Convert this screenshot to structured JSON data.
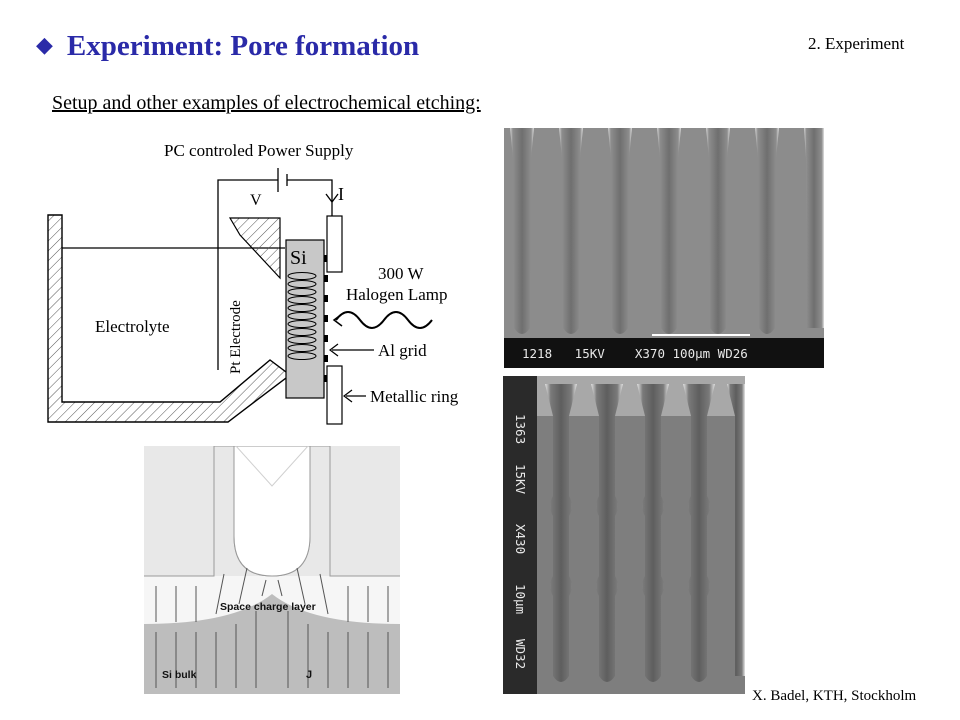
{
  "slide": {
    "title": "Experiment: Pore formation",
    "section": "2. Experiment",
    "subtitle": "Setup and other examples of electrochemical etching:",
    "credit": "X. Badel, KTH, Stockholm"
  },
  "setup_diagram": {
    "power_supply": "PC controled Power Supply",
    "voltage": "V",
    "current": "I",
    "silicon": "Si",
    "lamp_power": "300 W",
    "lamp": "Halogen Lamp",
    "electrolyte": "Electrolyte",
    "electrode": "Pt Electrode",
    "grid": "Al grid",
    "ring": "Metallic ring"
  },
  "sem_top": {
    "caption": "1218   15KV    X370 100μm WD26"
  },
  "sem_bottom": {
    "c1": "1363",
    "c2": "15KV",
    "c3": "X430",
    "c4": "10μm",
    "c5": "WD32"
  },
  "schematic": {
    "layer": "Space charge layer",
    "bulk": "Si bulk",
    "current": "J"
  },
  "colors": {
    "title": "#2a2aa8"
  }
}
